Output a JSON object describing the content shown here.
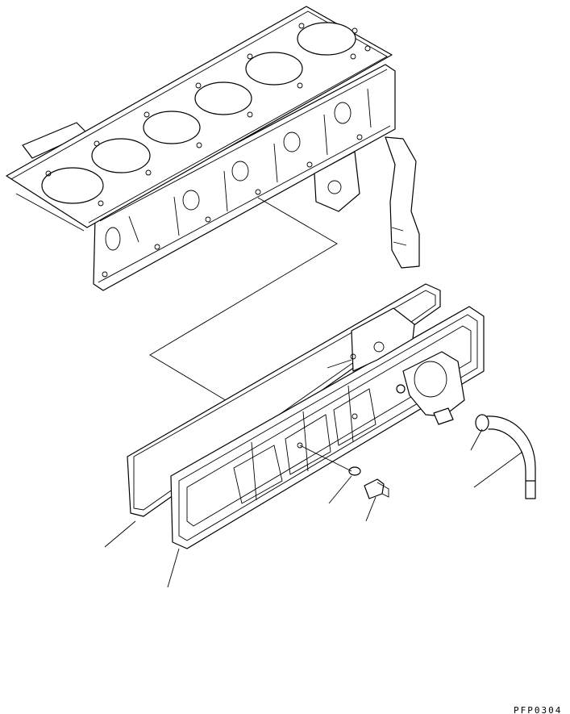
{
  "drawing": {
    "reference_code": "PFP0304",
    "parts": [
      {
        "name": "engine-block-with-head-gasket"
      },
      {
        "name": "rocker-cover-gasket"
      },
      {
        "name": "rocker-cover"
      },
      {
        "name": "breather"
      },
      {
        "name": "washer"
      },
      {
        "name": "bolt"
      },
      {
        "name": "clip"
      },
      {
        "name": "breather-hose"
      }
    ]
  }
}
